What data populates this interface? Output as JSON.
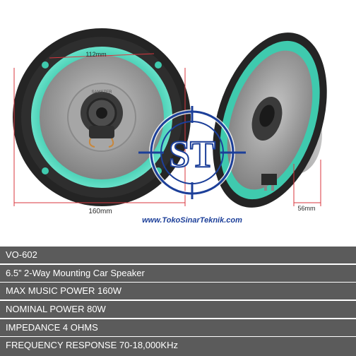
{
  "dimensions": {
    "inner_diameter": "112mm",
    "outer_diameter": "160mm",
    "depth": "56mm"
  },
  "watermark": {
    "logo_text": "ST",
    "website": "www.TokoSinarTeknik.com"
  },
  "speaker_brand_text": "SAMSTER",
  "specs": [
    "VO-602",
    "6.5”   2-Way Mounting Car Speaker",
    "MAX MUSIC POWER 160W",
    "NOMINAL POWER 80W",
    "IMPEDANCE 4 OHMS",
    "FREQUENCY RESPONSE 70-18,000KHz"
  ],
  "colors": {
    "spec_bar": "#5b5b5b",
    "speaker_ring": "#44d1b6",
    "dimension_line": "#d9363e",
    "watermark_blue": "#1c3f99"
  }
}
